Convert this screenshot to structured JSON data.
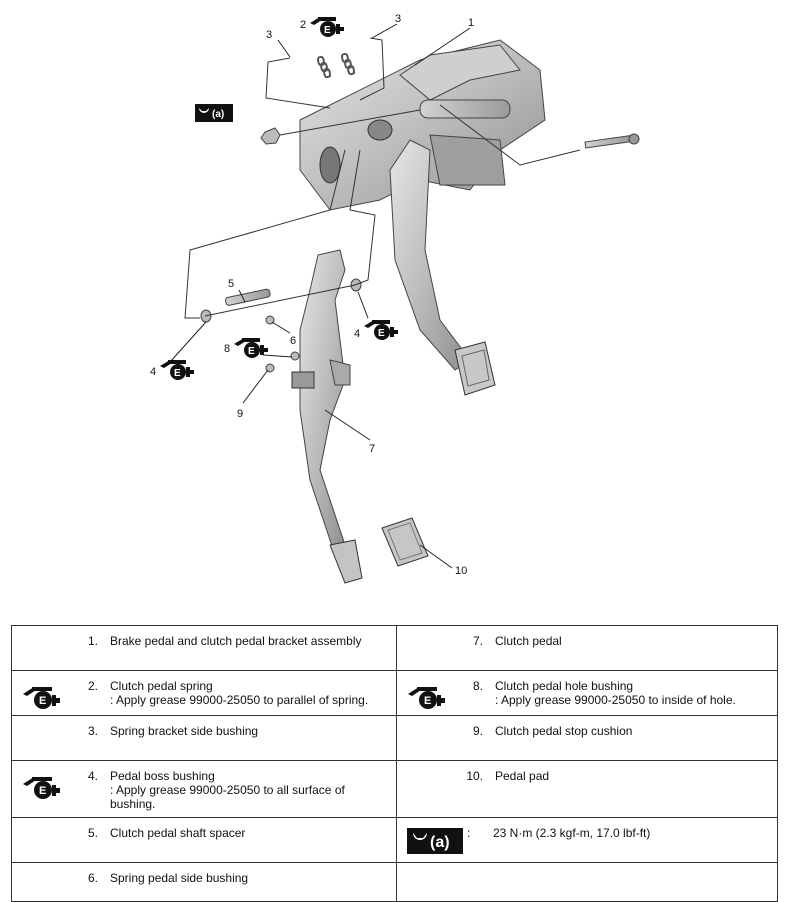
{
  "diagram": {
    "callouts": [
      {
        "id": "c1",
        "text": "1"
      },
      {
        "id": "c2",
        "text": "2"
      },
      {
        "id": "c3a",
        "text": "3"
      },
      {
        "id": "c3b",
        "text": "3"
      },
      {
        "id": "c4a",
        "text": "4"
      },
      {
        "id": "c4b",
        "text": "4"
      },
      {
        "id": "c5",
        "text": "5"
      },
      {
        "id": "c6",
        "text": "6"
      },
      {
        "id": "c7",
        "text": "7"
      },
      {
        "id": "c8",
        "text": "8"
      },
      {
        "id": "c9",
        "text": "9"
      },
      {
        "id": "c10",
        "text": "10"
      }
    ],
    "torque_symbol_text": "(a)",
    "grease_symbol_text": "E"
  },
  "table": {
    "rows": [
      {
        "left": {
          "num": "1.",
          "desc": [
            "Brake pedal and clutch pedal bracket assembly"
          ],
          "icon": ""
        },
        "right": {
          "num": "7.",
          "desc": [
            "Clutch pedal"
          ],
          "icon": ""
        }
      },
      {
        "left": {
          "num": "2.",
          "desc": [
            "Clutch pedal spring",
            ": Apply grease 99000-25050 to parallel of spring."
          ],
          "icon": "grease-icon"
        },
        "right": {
          "num": "8.",
          "desc": [
            "Clutch pedal hole bushing",
            ": Apply grease 99000-25050 to inside of hole."
          ],
          "icon": "grease-icon"
        }
      },
      {
        "left": {
          "num": "3.",
          "desc": [
            "Spring bracket side bushing"
          ],
          "icon": ""
        },
        "right": {
          "num": "9.",
          "desc": [
            "Clutch pedal stop cushion"
          ],
          "icon": ""
        }
      },
      {
        "left": {
          "num": "4.",
          "desc": [
            "Pedal boss bushing",
            ": Apply grease 99000-25050 to all surface of",
            "bushing."
          ],
          "icon": "grease-icon"
        },
        "right": {
          "num": "10.",
          "desc": [
            "Pedal pad"
          ],
          "icon": ""
        }
      },
      {
        "left": {
          "num": "5.",
          "desc": [
            "Clutch pedal shaft spacer"
          ],
          "icon": ""
        },
        "right": {
          "num": ":",
          "desc": [
            "23 N·m (2.3 kgf-m, 17.0 lbf-ft)"
          ],
          "icon": "torque-icon"
        }
      },
      {
        "left": {
          "num": "6.",
          "desc": [
            "Spring pedal side bushing"
          ],
          "icon": ""
        },
        "right": {
          "num": "",
          "desc": [],
          "icon": ""
        }
      }
    ]
  }
}
